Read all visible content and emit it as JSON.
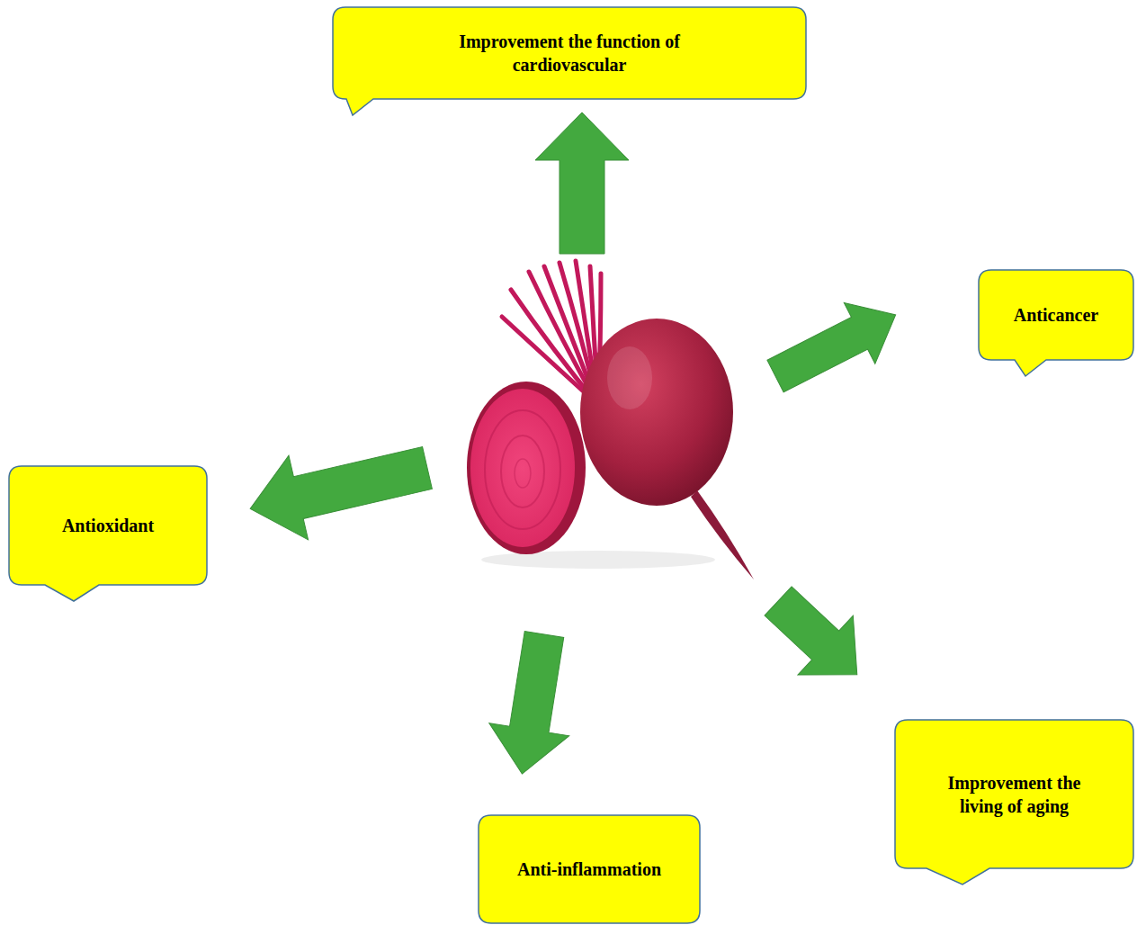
{
  "diagram": {
    "nodes": [
      {
        "text": [
          "Improvement the function of cardiovascular"
        ]
      },
      {
        "text": [
          "Anticancer"
        ]
      },
      {
        "text": [
          "Antioxidant"
        ]
      },
      {
        "text": [
          "Improvement the living of aging"
        ]
      },
      {
        "text": [
          "Anti-inflammation"
        ]
      }
    ]
  }
}
